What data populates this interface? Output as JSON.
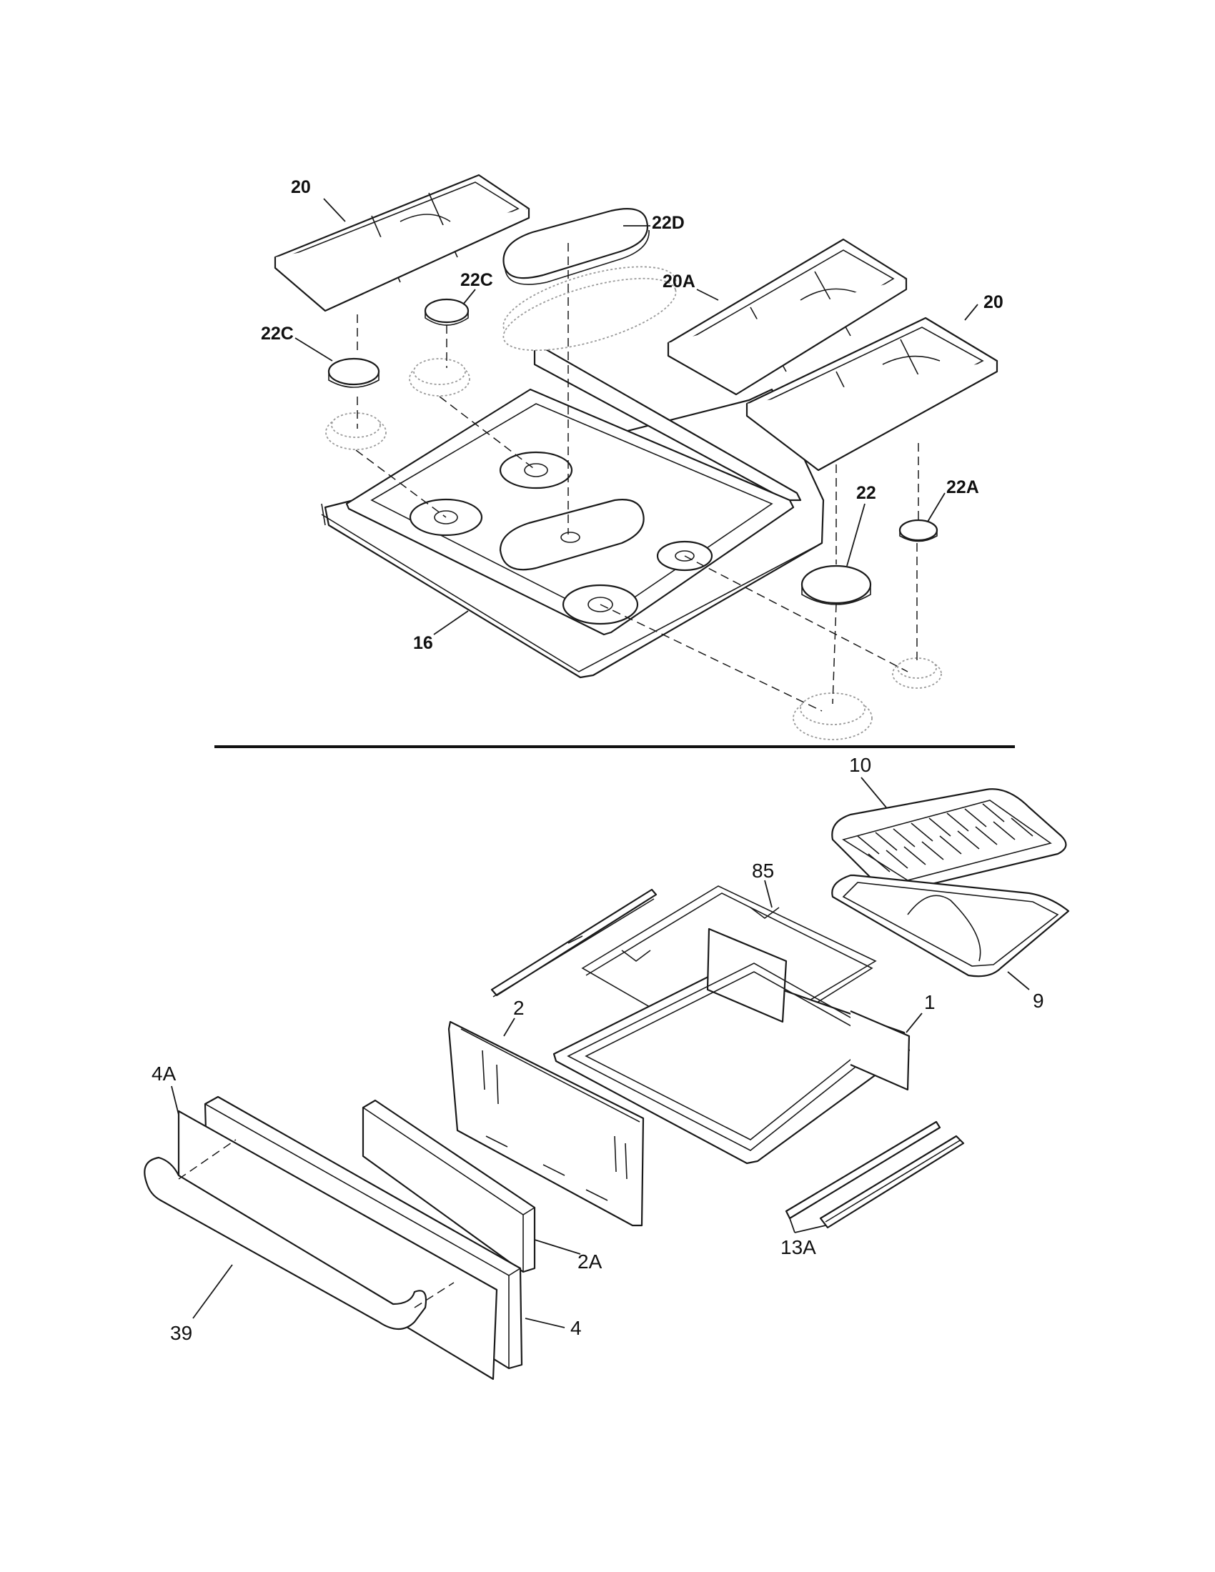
{
  "labels": {
    "top": {
      "grate_left": "20",
      "cap_oval": "22D",
      "cap_small_upper": "22C",
      "cap_small_left": "22C",
      "grate_middle": "20A",
      "grate_right": "20",
      "cap_large": "22",
      "cap_small_right": "22A",
      "cooktop": "16"
    },
    "bottom": {
      "broiler_grid": "10",
      "broiler_pan": "9",
      "rack": "85",
      "drawer_body": "1",
      "drawer_back": "2",
      "drawer_panel": "2A",
      "drawer_front": "4",
      "drawer_liner": "4A",
      "handle": "39",
      "slides": "13A"
    }
  }
}
